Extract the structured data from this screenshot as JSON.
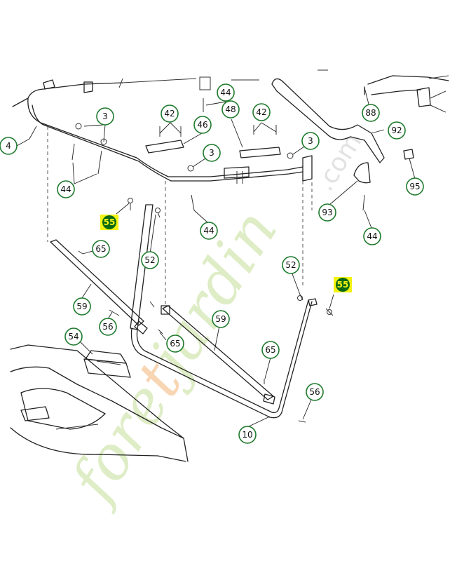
{
  "watermark": {
    "part1": "fore",
    "part2": "t",
    "part3": "jardin",
    "suffix": ".com"
  },
  "callouts": [
    {
      "id": "c-4",
      "label": "4"
    },
    {
      "id": "c-3a",
      "label": "3"
    },
    {
      "id": "c-3b",
      "label": "3"
    },
    {
      "id": "c-3c",
      "label": "3"
    },
    {
      "id": "c-44a",
      "label": "44"
    },
    {
      "id": "c-44b",
      "label": "44"
    },
    {
      "id": "c-44c",
      "label": "44"
    },
    {
      "id": "c-44d",
      "label": "44"
    },
    {
      "id": "c-42a",
      "label": "42"
    },
    {
      "id": "c-42b",
      "label": "42"
    },
    {
      "id": "c-46",
      "label": "46"
    },
    {
      "id": "c-48",
      "label": "48"
    },
    {
      "id": "c-88",
      "label": "88"
    },
    {
      "id": "c-92",
      "label": "92"
    },
    {
      "id": "c-95",
      "label": "95"
    },
    {
      "id": "c-93",
      "label": "93"
    },
    {
      "id": "c-65a",
      "label": "65"
    },
    {
      "id": "c-65b",
      "label": "65"
    },
    {
      "id": "c-65c",
      "label": "65"
    },
    {
      "id": "c-52a",
      "label": "52"
    },
    {
      "id": "c-52b",
      "label": "52"
    },
    {
      "id": "c-59a",
      "label": "59"
    },
    {
      "id": "c-59b",
      "label": "59"
    },
    {
      "id": "c-56a",
      "label": "56"
    },
    {
      "id": "c-56b",
      "label": "56"
    },
    {
      "id": "c-54",
      "label": "54"
    },
    {
      "id": "c-10",
      "label": "10"
    }
  ],
  "highlighted": [
    {
      "id": "h-55a",
      "label": "55"
    },
    {
      "id": "h-55b",
      "label": "55"
    }
  ],
  "colors": {
    "callout_ring": "#1e7a2c",
    "highlight_fill": "#0a6a14",
    "highlight_text": "#f3f312",
    "watermark_green": "#d4e8b4",
    "watermark_orange": "#f6c79a"
  }
}
